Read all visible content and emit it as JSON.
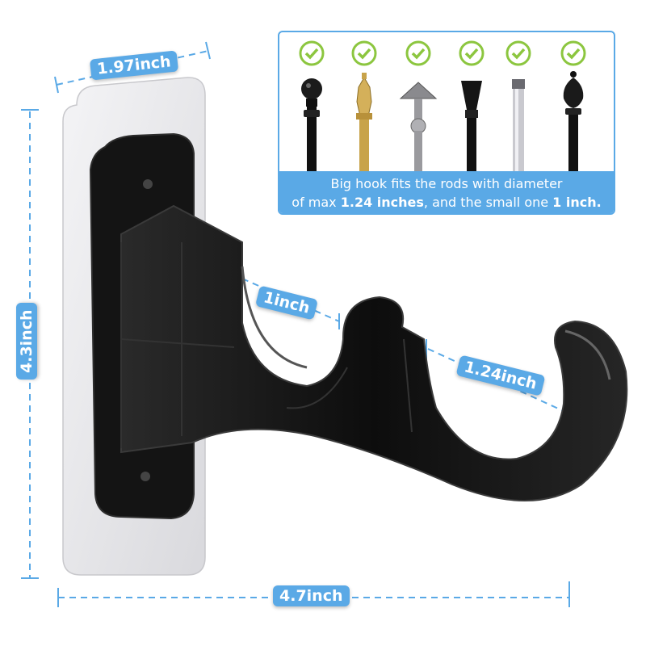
{
  "dimensions": {
    "width": "1.97inch",
    "height": "4.3inch",
    "length": "4.7inch",
    "small_hook": "1inch",
    "big_hook": "1.24inch"
  },
  "info_panel": {
    "line1": "Big hook fits the rods with diameter",
    "line2_pre": "of max ",
    "line2_bold1": "1.24 inches",
    "line2_mid": ", and the small one ",
    "line2_bold2": "1 inch."
  },
  "rods": [
    {
      "icon": "ball-finial-rod-icon",
      "checked": true
    },
    {
      "icon": "gold-urn-finial-rod-icon",
      "checked": true
    },
    {
      "icon": "cone-finial-rod-icon",
      "checked": true
    },
    {
      "icon": "trumpet-finial-rod-icon",
      "checked": true
    },
    {
      "icon": "chrome-end-cap-rod-icon",
      "checked": true
    },
    {
      "icon": "acorn-finial-rod-icon",
      "checked": true
    }
  ],
  "colors": {
    "accent": "#5aa9e6",
    "check_green": "#8cc63f",
    "bracket": "#111111",
    "plate": "#e8e8ea"
  }
}
